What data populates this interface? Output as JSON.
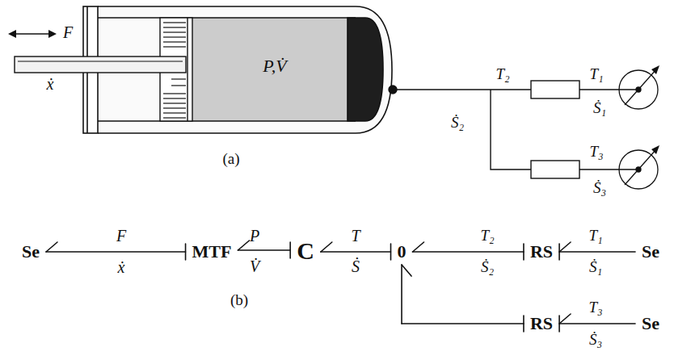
{
  "diagram": {
    "nodes": [
      {
        "text": [
          "Se"
        ]
      },
      {
        "text": [
          "MTF"
        ]
      },
      {
        "text": [
          "C"
        ]
      },
      {
        "text": [
          "0"
        ]
      },
      {
        "text": [
          "RS"
        ]
      },
      {
        "text": [
          "Se"
        ]
      },
      {
        "text": [
          "RS"
        ]
      },
      {
        "text": [
          "Se"
        ]
      }
    ],
    "edges": [
      {
        "from": 1,
        "to": 0,
        "arrow": "to"
      },
      {
        "from": 2,
        "to": 1,
        "arrow": "to"
      },
      {
        "from": 3,
        "to": 2,
        "arrow": "to"
      },
      {
        "from": 4,
        "to": 3,
        "arrow": "to"
      },
      {
        "from": 5,
        "to": 4,
        "arrow": "to"
      },
      {
        "from": 6,
        "to": 3,
        "arrow": "to"
      },
      {
        "from": 7,
        "to": 6,
        "arrow": "to"
      }
    ],
    "labels": [
      "F",
      "ẋ",
      "P,V̇",
      "T₂",
      "T₁",
      "Ṡ₁",
      "Ṡ₂",
      "T₃",
      "Ṡ₃",
      "(a)",
      "F",
      "ẋ",
      "P",
      "V̇",
      "T",
      "Ṡ",
      "T₂",
      "Ṡ₂",
      "T₁",
      "Ṡ₁",
      "T₃",
      "Ṡ₃",
      "(b)"
    ]
  }
}
